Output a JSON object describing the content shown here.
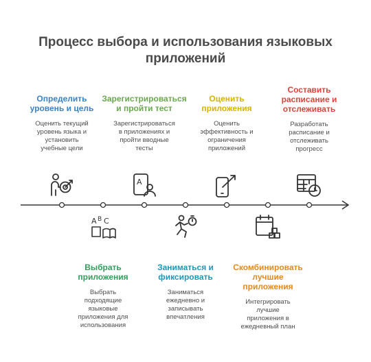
{
  "title": "Процесс выбора и использования языковых приложений",
  "colors": {
    "text": "#4a4a4a",
    "line": "#333333"
  },
  "steps": [
    {
      "label": "Определить\nуровень и цель",
      "desc": "Оценить текущий\nуровень языка и\nустановить\nучебные цели",
      "color": "#3b82c4",
      "icon": "target-person-icon"
    },
    {
      "label": "Выбрать\nприложения",
      "desc": "Выбрать\nподходящие\nязыковые\nприложения для\nиспользования",
      "color": "#2e9e5b",
      "icon": "abc-book-icon"
    },
    {
      "label": "Зарегистрироваться\nи пройти тест",
      "desc": "Зарегистрироваться\nв приложениях и\nпройти вводные\nтесты",
      "color": "#6aa84f",
      "icon": "user-profile-icon"
    },
    {
      "label": "Заниматься и\nфиксировать",
      "desc": "Заниматься\nежедневно и\nзаписывать\nвпечатления",
      "color": "#1e96b8",
      "icon": "running-timer-icon"
    },
    {
      "label": "Оценить\nприложения",
      "desc": "Оценить\nэффективность и\nограничения\nприложений",
      "color": "#d4b400",
      "icon": "phone-growth-icon"
    },
    {
      "label": "Скомбинировать\nлучшие\nприложения",
      "desc": "Интегрировать\nлучшие\nприложения в\nежедневный план",
      "color": "#e08a1e",
      "icon": "calendar-blocks-icon"
    },
    {
      "label": "Составить\nрасписание и\nотслеживать",
      "desc": "Разработать\nрасписание и\nотслеживать\nпрогресс",
      "color": "#e0403a",
      "icon": "table-clock-icon"
    }
  ]
}
